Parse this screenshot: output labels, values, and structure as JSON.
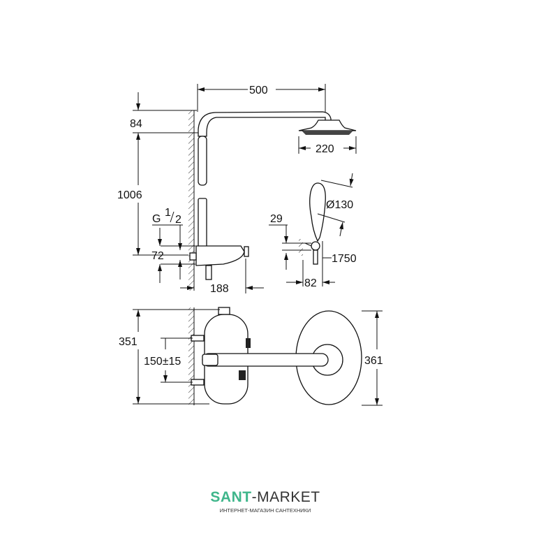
{
  "drawing": {
    "dimensions": {
      "width_arm": "500",
      "top_offset": "84",
      "height": "1006",
      "head_diameter": "220",
      "hand_diameter": "Ø130",
      "thread": "G",
      "thread_fraction_num": "1",
      "thread_fraction_den": "2",
      "inlet_height": "72",
      "depth": "188",
      "holder_size": "29",
      "hose_length": "1750",
      "holder_depth": "82",
      "body_height": "351",
      "inlet_spacing": "150±15",
      "plate_height": "361"
    }
  },
  "logo": {
    "brand_part1": "SANT",
    "brand_part2": "-MARKET",
    "tagline": "ИНТЕРНЕТ-МАГАЗИН САНТЕХНИКИ",
    "colors": {
      "accent": "#3fb68b",
      "dark": "#333333"
    }
  }
}
